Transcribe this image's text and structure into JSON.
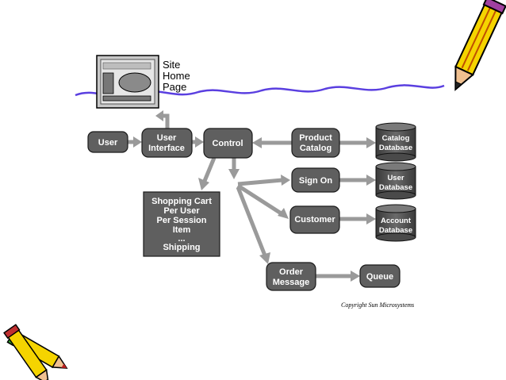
{
  "site_home": {
    "line1": "Site",
    "line2": "Home",
    "line3": "Page"
  },
  "nodes": {
    "user": "User",
    "ui_line1": "User",
    "ui_line2": "Interface",
    "control": "Control",
    "product_line1": "Product",
    "product_line2": "Catalog",
    "signon": "Sign On",
    "customer": "Customer",
    "order_line1": "Order",
    "order_line2": "Message",
    "queue": "Queue"
  },
  "databases": {
    "catalog_line1": "Catalog",
    "catalog_line2": "Database",
    "user_line1": "User",
    "user_line2": "Database",
    "account_line1": "Account",
    "account_line2": "Database"
  },
  "session_box": [
    "Shopping Cart",
    "Per User",
    "Per Session",
    "Item",
    "...",
    "Shipping"
  ],
  "copyright": "Copyright Sun Microsystems",
  "colors": {
    "node_fill": "#5f5f5f",
    "arrow": "#9a9a9a",
    "wave": "#5a3fe0",
    "pencil_yellow": "#f5d400"
  }
}
